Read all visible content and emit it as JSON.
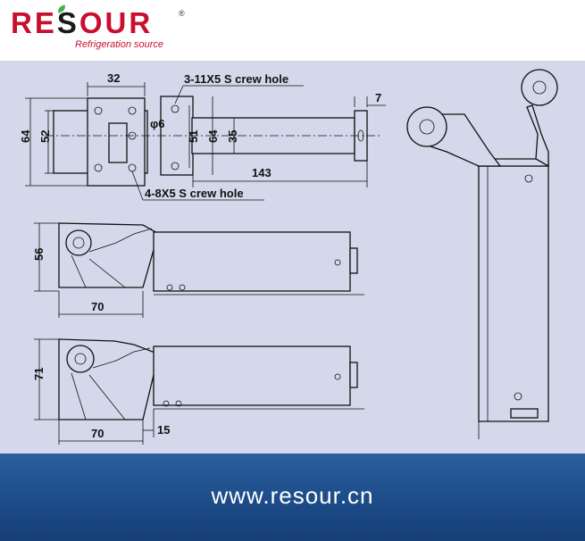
{
  "brand": {
    "logo_part1": "RE",
    "logo_part2": "S",
    "logo_part3": "OUR",
    "registered": "®",
    "tagline": "Refrigeration source",
    "primary_color": "#c8102e",
    "secondary_color": "#1a1a1a"
  },
  "diagram": {
    "background_color": "#d3d9ea",
    "labels": {
      "dim_32": "32",
      "screw_top": "3-11X5  S crew hole",
      "dim_7": "7",
      "dim_64_left": "64",
      "dim_52": "52",
      "phi6": "φ6",
      "dim_51": "51",
      "dim_64_mid": "64",
      "dim_35": "35",
      "dim_143": "143",
      "screw_bottom": "4-8X5  S crew hole",
      "dim_56": "56",
      "dim_70_a": "70",
      "dim_71": "71",
      "dim_70_b": "70",
      "dim_15": "15"
    }
  },
  "footer": {
    "url": "www.resour.cn",
    "background_color": "#1b4a86"
  }
}
